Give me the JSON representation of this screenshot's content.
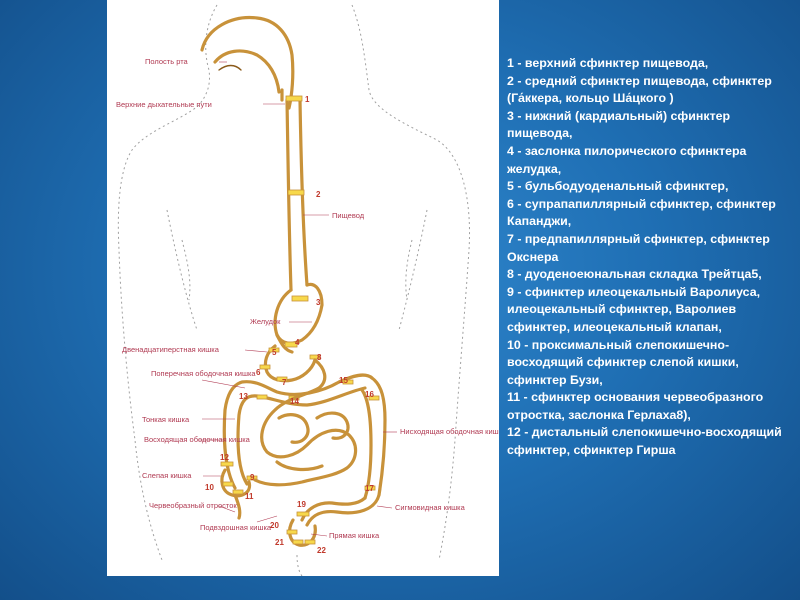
{
  "diagram": {
    "labels": {
      "mouth_cavity": "Полость рта",
      "upper_airways": "Верхние дыхательные пути",
      "esophagus": "Пищевод",
      "stomach": "Желудок",
      "duodenum": "Двенадцатиперстная кишка",
      "transverse_colon": "Поперечная ободочная кишка",
      "small_intestine": "Тонкая кишка",
      "ascending_colon": "Восходящая ободочная кишка",
      "cecum": "Слепая кишка",
      "appendix": "Червеобразный отросток",
      "ileum": "Подвздошная кишка",
      "rectum": "Прямая кишка",
      "sigmoid_colon": "Сигмовидная кишка",
      "descending_colon": "Нисходящая ободочная кишка"
    },
    "numbers": [
      "1",
      "2",
      "3",
      "4",
      "5",
      "6",
      "7",
      "8",
      "9",
      "10",
      "11",
      "12",
      "13",
      "14",
      "15",
      "16",
      "17",
      "19",
      "20",
      "21",
      "22"
    ]
  },
  "legend": [
    "1 - верхний сфинктер пищевода,",
    "2 - средний сфинктер пищевода, сфинктер (Га́ккера, кольцо Ша́цкого )",
    "3 - нижний (кардиальный) сфинктер пищевода,",
    "4 - заслонка пилорического сфинктера желудка,",
    "5 - бульбодуоденальный сфинктер,",
    "6 - супрапапиллярный сфинктер, сфинктер Капанджи,",
    "7 - предпапиллярный сфинктер, сфинктер Окснера",
    "8 - дуоденоеюнальная складка Трейтца5,",
    "9 - сфинктер илеоцекальный Варолиуса, илеоцекальный сфинктер, Варолиев сфинктер, илеоцекальный клапан,",
    "10 - проксимальный слепокишечно-восходящий сфинктер слепой кишки, сфинктер Бузи,",
    "11 - сфинктер основания червеобразного отростка, заслонка Герлаха8),",
    "12 - дистальный слепокишечно-восходящий сфинктер, сфинктер Гирша"
  ],
  "colors": {
    "background": "#1f6fb4",
    "panel": "#ffffff",
    "gut": "#c8923a",
    "sphincter": "#f7d84b",
    "label_text": "#b03a52",
    "legend_text": "#ffffff"
  }
}
